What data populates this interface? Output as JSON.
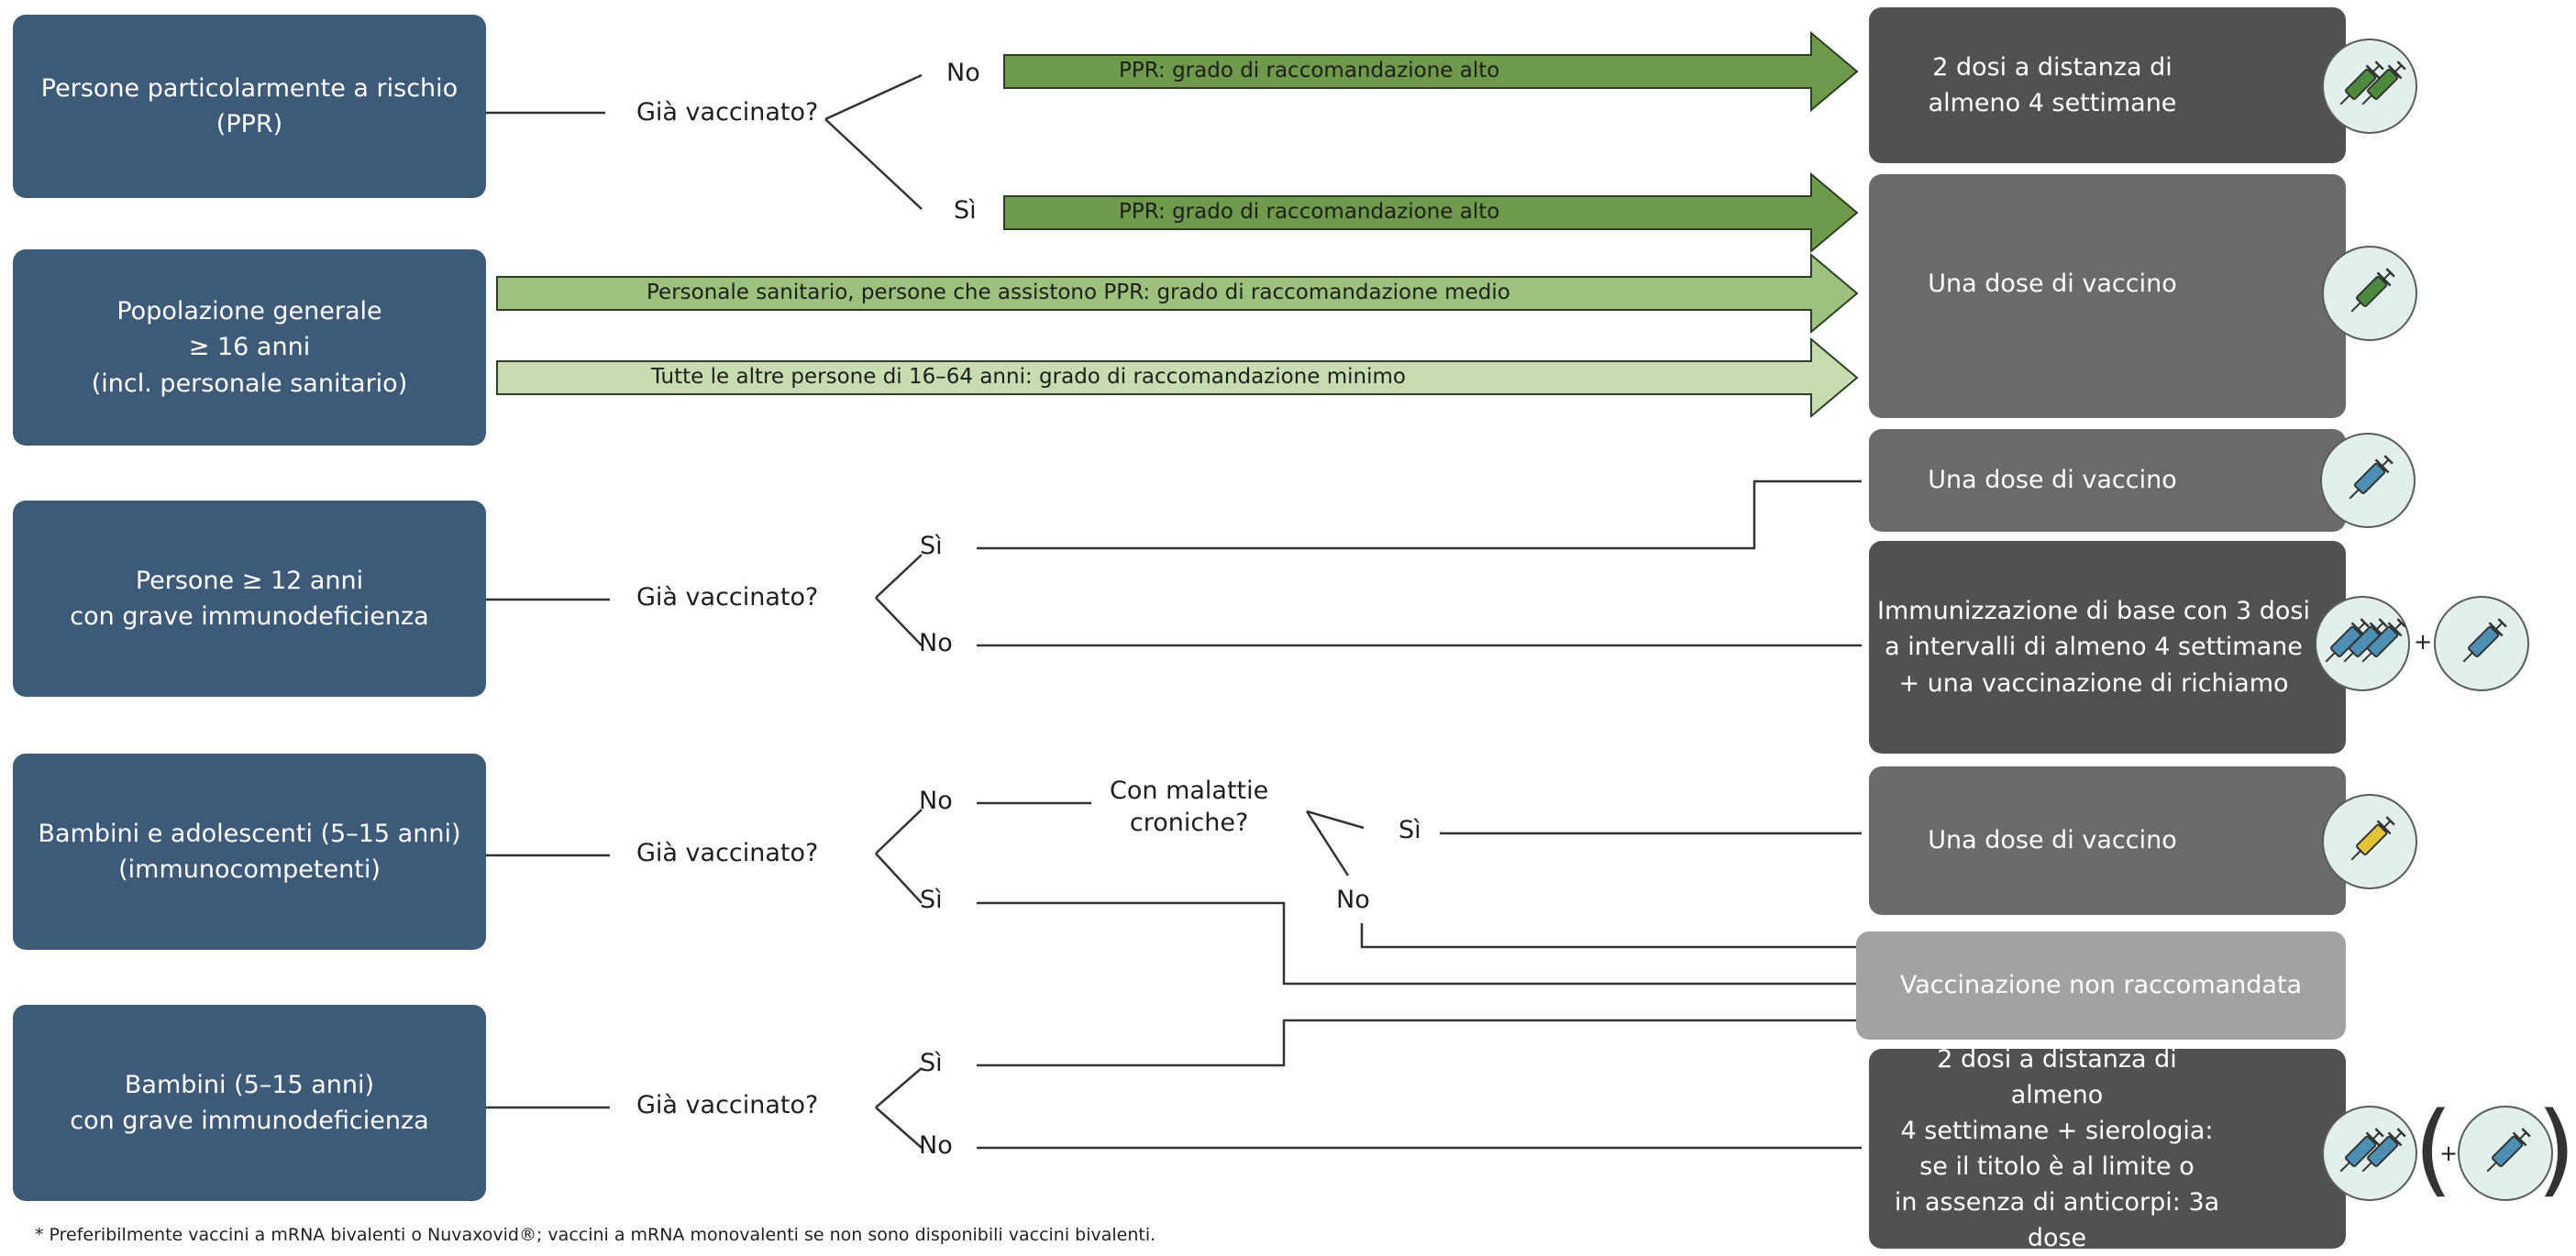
{
  "groups": {
    "g1": {
      "lines": [
        "Persone particolarmente a rischio",
        "(PPR)"
      ]
    },
    "g2": {
      "lines": [
        "Popolazione generale",
        "≥ 16 anni",
        "(incl. personale sanitario)"
      ]
    },
    "g3": {
      "lines": [
        "Persone ≥ 12 anni",
        "con grave immunodeficienza"
      ]
    },
    "g4": {
      "lines": [
        "Bambini e adolescenti (5–15 anni)",
        "(immunocompetenti)"
      ]
    },
    "g5": {
      "lines": [
        "Bambini (5–15 anni)",
        "con grave immunodeficienza"
      ]
    }
  },
  "question": "Già vaccinato?",
  "question_chronic": [
    "Con malattie",
    "croniche?"
  ],
  "answers": {
    "no": "No",
    "yes": "Sì"
  },
  "arrows": {
    "a1": "PPR: grado di raccomandazione alto",
    "a2": "PPR: grado di raccomandazione alto",
    "a3": "Personale sanitario, persone che assistono PPR: grado di raccomandazione medio",
    "a4": "Tutte le altre persone di 16–64 anni: grado di raccomandazione minimo"
  },
  "arrow_colors": {
    "high": "#6f9a4c",
    "medium": "#9cc17c",
    "low": "#c7ddb1"
  },
  "results": {
    "r1": {
      "lines": [
        "2 dosi a distanza di",
        "almeno 4 settimane"
      ]
    },
    "r2": {
      "lines": [
        "Una dose di vaccino"
      ]
    },
    "r3": {
      "lines": [
        "Una dose di vaccino"
      ]
    },
    "r4": {
      "lines": [
        "Immunizzazione di base con 3 dosi",
        "a intervalli di almeno 4 settimane",
        "+ una vaccinazione di richiamo"
      ]
    },
    "r5": {
      "lines": [
        "Una dose di vaccino"
      ]
    },
    "r6": {
      "lines": [
        "Vaccinazione non raccomandata"
      ]
    },
    "r7": {
      "lines": [
        "2 dosi a distanza di almeno",
        "4 settimane + sierologia:",
        "se il titolo è al limite o",
        "in assenza di anticorpi: 3a dose"
      ]
    }
  },
  "icons": {
    "i1": {
      "name": "two-green-syringes-icon",
      "count": 2,
      "color": "#4e8a3e"
    },
    "i2": {
      "name": "green-syringe-icon",
      "count": 1,
      "color": "#4e8a3e"
    },
    "i3": {
      "name": "blue-syringe-icon",
      "count": 1,
      "color": "#4d8fb3"
    },
    "i4": {
      "name": "three-blue-syringes-icon",
      "count": 3,
      "color": "#4d8fb3"
    },
    "i5": {
      "name": "blue-syringe-icon",
      "count": 1,
      "color": "#4d8fb3"
    },
    "i6": {
      "name": "yellow-syringe-icon",
      "count": 1,
      "color": "#e3c33a"
    },
    "i7": {
      "name": "two-blue-syringes-icon",
      "count": 2,
      "color": "#4d8fb3"
    },
    "i8": {
      "name": "blue-syringe-icon",
      "count": 1,
      "color": "#4d8fb3"
    }
  },
  "plus": "+",
  "footnote": "* Preferibilmente vaccini a mRNA bivalenti o Nuvaxovid®; vaccini a mRNA monovalenti se non sono disponibili vaccini bivalenti."
}
